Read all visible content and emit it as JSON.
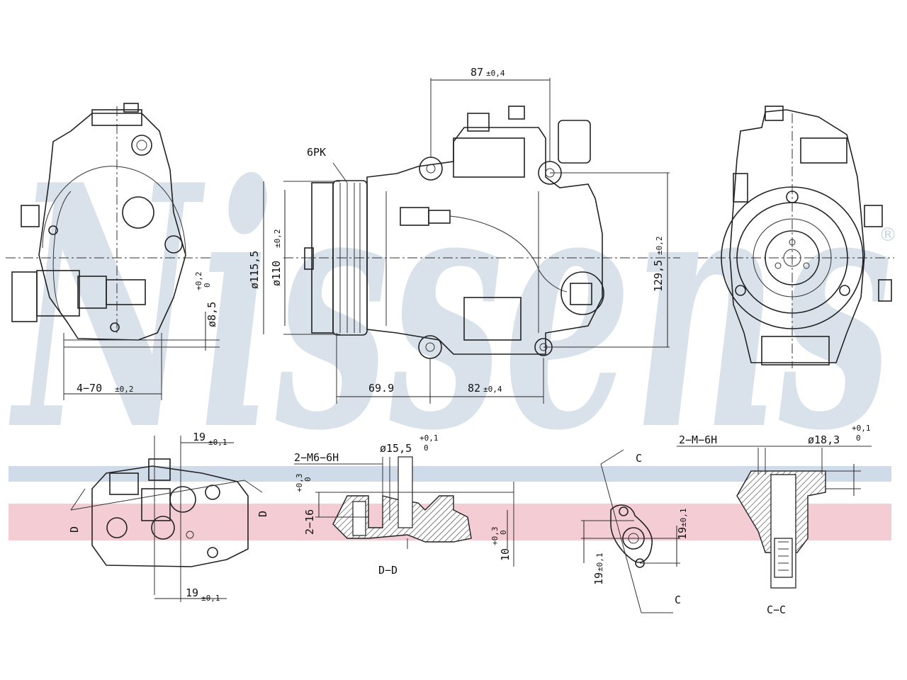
{
  "watermark": {
    "brand": "Nissens",
    "mark": "®",
    "color": "#c9d6e3"
  },
  "stripes": {
    "blue": "#cfdbe8",
    "red": "#f3ccd4"
  },
  "dimensions": {
    "d87": "87",
    "d87_tol": "±0,4",
    "belt": "6PK",
    "dia1155": "ø115,5",
    "dia110": "ø110",
    "dia110_tol": "±0,2",
    "d1295": "129,5",
    "d1295_tol": "±0,2",
    "dia85": "ø8,5",
    "dia85_tol_up": "+0,2",
    "dia85_tol_lo": "0",
    "d470": "4−70",
    "d470_tol": "±0,2",
    "d699": "69.9",
    "d82": "82",
    "d82_tol": "±0,4",
    "d19_top": "19",
    "d19_top_tol": "±0,1",
    "d19_bot": "19",
    "d19_bot_tol": "±0,1",
    "m6": "2−M6−6H",
    "dia155": "ø15,5",
    "dia155_tol_up": "+0,1",
    "dia155_tol_lo": "0",
    "d216": "2−16",
    "d216_tol_up": "+0,3",
    "d216_tol_lo": "0",
    "d10": "10",
    "d10_tol_up": "+0,3",
    "d10_tol_lo": "0",
    "m8": "2−M−6H",
    "dia183": "ø18,3",
    "dia183_tol_up": "+0,1",
    "dia183_tol_lo": "0",
    "d19_c1": "19",
    "d19_c1_tol": "±0,1",
    "d19_c2": "19",
    "d19_c2_tol": "±0,1"
  },
  "section_labels": {
    "d_left": "D",
    "d_right": "D",
    "dd": "D−D",
    "c_top": "C",
    "c_bottom": "C",
    "cc": "C−C"
  }
}
